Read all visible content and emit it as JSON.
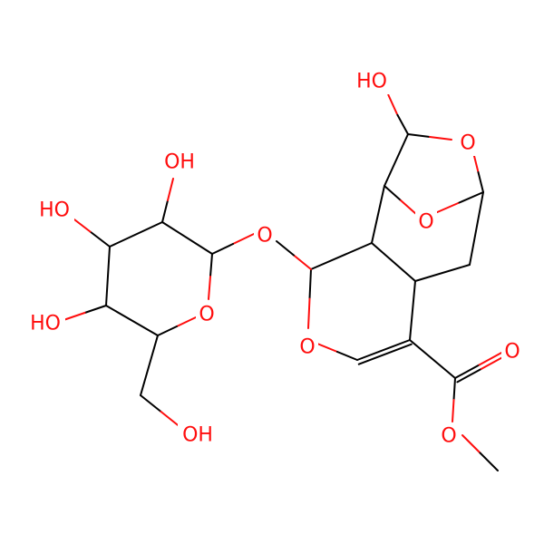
{
  "structure": {
    "label_color": "#ff0d0d",
    "bond_color": "#000000",
    "background": "#ffffff",
    "labels": {
      "top_hydroxyl": "HO",
      "bridge_ring_o": "O",
      "bridge_o": "O",
      "glycosidic_o": "O",
      "pyran_ring_o": "O",
      "carbonyl_o": "O",
      "ester_o": "O",
      "sugar_ring_o": "O",
      "sugar_oh_2": "OH",
      "sugar_oh_3": "HO",
      "sugar_oh_4": "HO",
      "sugar_ch2oh": "OH"
    }
  }
}
